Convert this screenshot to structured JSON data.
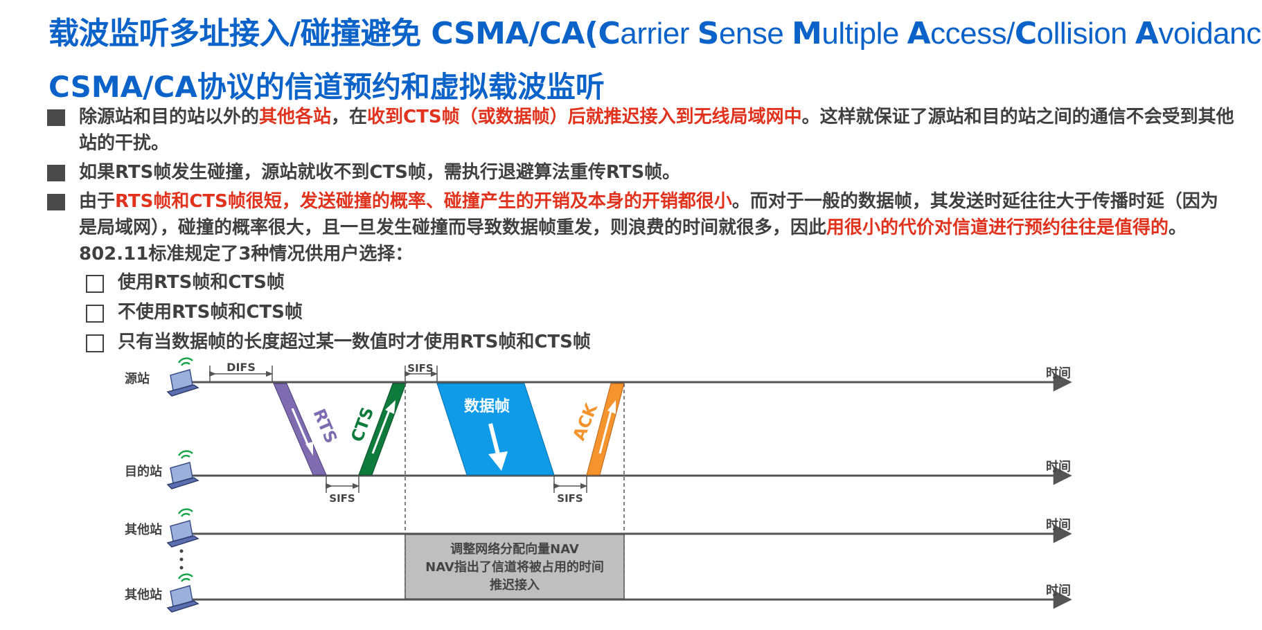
{
  "title": {
    "prefix": "载波监听多址接入/碰撞避免 CSMA/CA(",
    "parts": [
      {
        "cap": "C",
        "rest": "arrier "
      },
      {
        "cap": "S",
        "rest": "ense "
      },
      {
        "cap": "M",
        "rest": "ultiple "
      },
      {
        "cap": "A",
        "rest": "ccess/"
      },
      {
        "cap": "C",
        "rest": "ollision "
      },
      {
        "cap": "A",
        "rest": "voidance"
      }
    ],
    "suffix": ")"
  },
  "subtitle": "CSMA/CA协议的信道预约和虚拟载波监听",
  "bullets": [
    [
      {
        "t": "除源站和目的站以外的",
        "red": false
      },
      {
        "t": "其他各站",
        "red": true
      },
      {
        "t": "，在",
        "red": false
      },
      {
        "t": "收到CTS帧（或数据帧）后就推迟接入到无线局域网中",
        "red": true
      },
      {
        "t": "。这样就保证了源站和目的站之间的通信不会受到其他站的干扰。",
        "red": false
      }
    ],
    [
      {
        "t": "如果RTS帧发生碰撞，源站就收不到CTS帧，需执行退避算法重传RTS帧。",
        "red": false
      }
    ],
    [
      {
        "t": "由于",
        "red": false
      },
      {
        "t": "RTS帧和CTS帧很短，发送碰撞的概率、碰撞产生的开销及本身的开销都很小",
        "red": true
      },
      {
        "t": "。而对于一般的数据帧，其发送时延往往大于传播时延（因为是局域网），碰撞的概率很大，且一旦发生碰撞而导致数据帧重发，则浪费的时间就很多，因此",
        "red": false
      },
      {
        "t": "用很小的代价对信道进行预约往往是值得的",
        "red": true
      },
      {
        "t": "。802.11标准规定了3种情况供用户选择：",
        "red": false
      }
    ]
  ],
  "options": [
    "使用RTS帧和CTS帧",
    "不使用RTS帧和CTS帧",
    "只有当数据帧的长度超过某一数值时才使用RTS帧和CTS帧"
  ],
  "diagram": {
    "stations": [
      "源站",
      "目的站",
      "其他站",
      "其他站"
    ],
    "time_label": "时间",
    "difs": "DIFS",
    "sifs": "SIFS",
    "rts": "RTS",
    "cts": "CTS",
    "data": "数据帧",
    "ack": "ACK",
    "nav_lines": [
      "调整网络分配向量NAV",
      "NAV指出了信道将被占用的时间",
      "推迟接入"
    ],
    "colors": {
      "rts": "#7f6bb0",
      "cts": "#0e7a3c",
      "data": "#0f9be8",
      "ack": "#f5932d",
      "nav": "#bfbfbf",
      "title": "#0b63c9",
      "highlight": "#e0321c"
    }
  }
}
